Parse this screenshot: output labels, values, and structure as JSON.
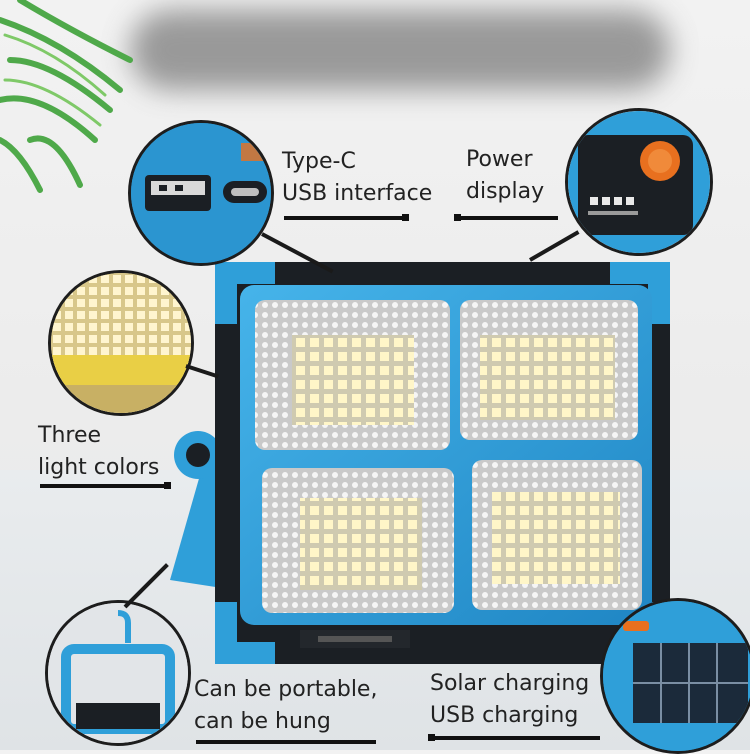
{
  "callouts": {
    "usb": {
      "line1": "Type-C",
      "line2": "USB interface"
    },
    "power": {
      "line1": "Power",
      "line2": "display"
    },
    "colors": {
      "line1": "Three",
      "line2": "light colors"
    },
    "portable": {
      "line1": "Can be portable,",
      "line2": "can be hung"
    },
    "solar": {
      "line1": "Solar charging",
      "line2": "USB charging"
    }
  },
  "colors": {
    "frame_blue": "#2f9fd9",
    "frame_dark": "#1b1f24",
    "led_warm": "#f4e7a8",
    "accent_orange": "#e8701f"
  }
}
